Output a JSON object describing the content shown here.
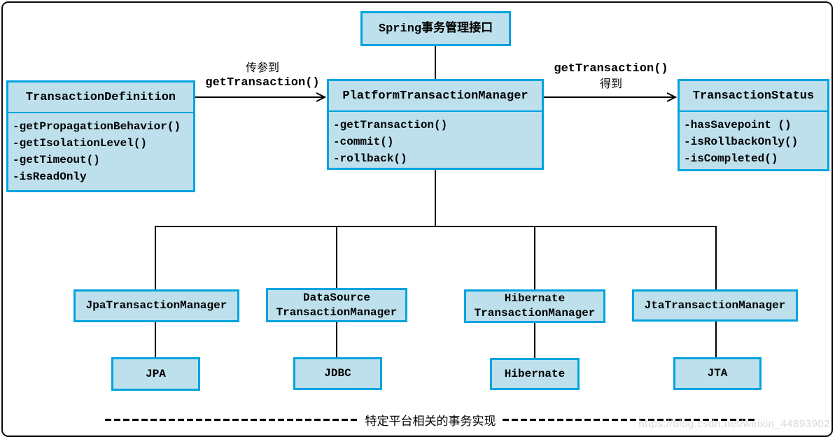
{
  "diagram": {
    "top_box": {
      "label": "Spring事务管理接口"
    },
    "left_class": {
      "title": "TransactionDefinition",
      "methods": [
        "-getPropagationBehavior()",
        "-getIsolationLevel()",
        "-getTimeout()",
        "-isReadOnly"
      ]
    },
    "center_class": {
      "title": "PlatformTransactionManager",
      "methods": [
        "-getTransaction()",
        "-commit()",
        "-rollback()"
      ]
    },
    "right_class": {
      "title": "TransactionStatus",
      "methods": [
        "-hasSavepoint ()",
        "-isRollbackOnly()",
        "-isCompleted()"
      ]
    },
    "left_arrow_label": {
      "line1": "传参到",
      "line2": "getTransaction()"
    },
    "right_arrow_label": {
      "line1": "getTransaction()",
      "line2": "得到"
    },
    "managers": [
      {
        "lines": [
          "JpaTransactionManager"
        ]
      },
      {
        "lines": [
          "DataSource",
          "TransactionManager"
        ]
      },
      {
        "lines": [
          "Hibernate",
          "TransactionManager"
        ]
      },
      {
        "lines": [
          "JtaTransactionManager"
        ]
      }
    ],
    "implementations": [
      "JPA",
      "JDBC",
      "Hibernate",
      "JTA"
    ],
    "caption": "特定平台相关的事务实现",
    "watermark": "https://blog.csdn.net/weixin_44893902",
    "colors": {
      "box_border": "#00a3e0",
      "box_fill": "#bee0ec",
      "line": "#000000",
      "watermark": "#d9d9d9"
    }
  }
}
